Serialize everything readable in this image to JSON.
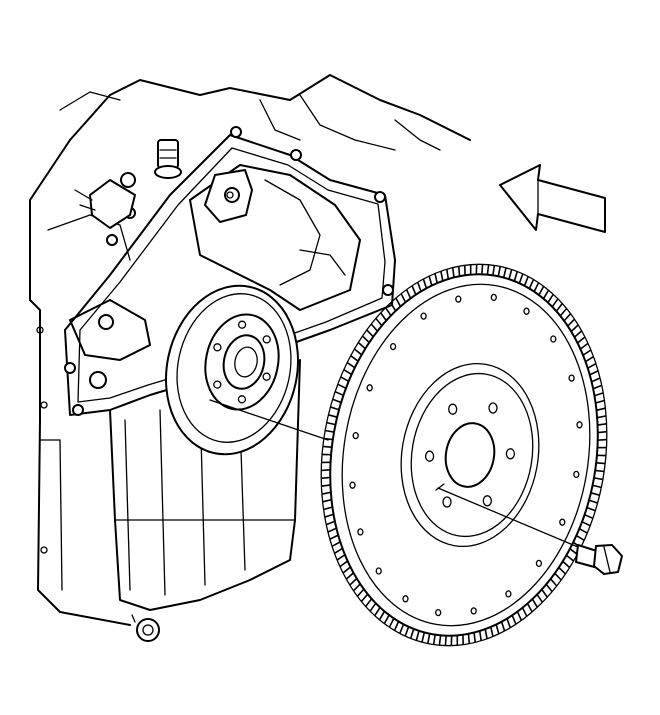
{
  "diagram": {
    "parts": [
      {
        "id": "engine-block",
        "icon": "engine-block-outline"
      },
      {
        "id": "rear-main-seal-housing",
        "icon": "seal-housing"
      },
      {
        "id": "crankshaft-flange",
        "icon": "crank-flange"
      },
      {
        "id": "flywheel",
        "icon": "flywheel-ring-gear"
      },
      {
        "id": "flywheel-bolt",
        "icon": "hex-bolt"
      },
      {
        "id": "direction-arrow",
        "icon": "hollow-arrow-left"
      }
    ],
    "colors": {
      "line": "#000000",
      "background": "#ffffff"
    }
  }
}
